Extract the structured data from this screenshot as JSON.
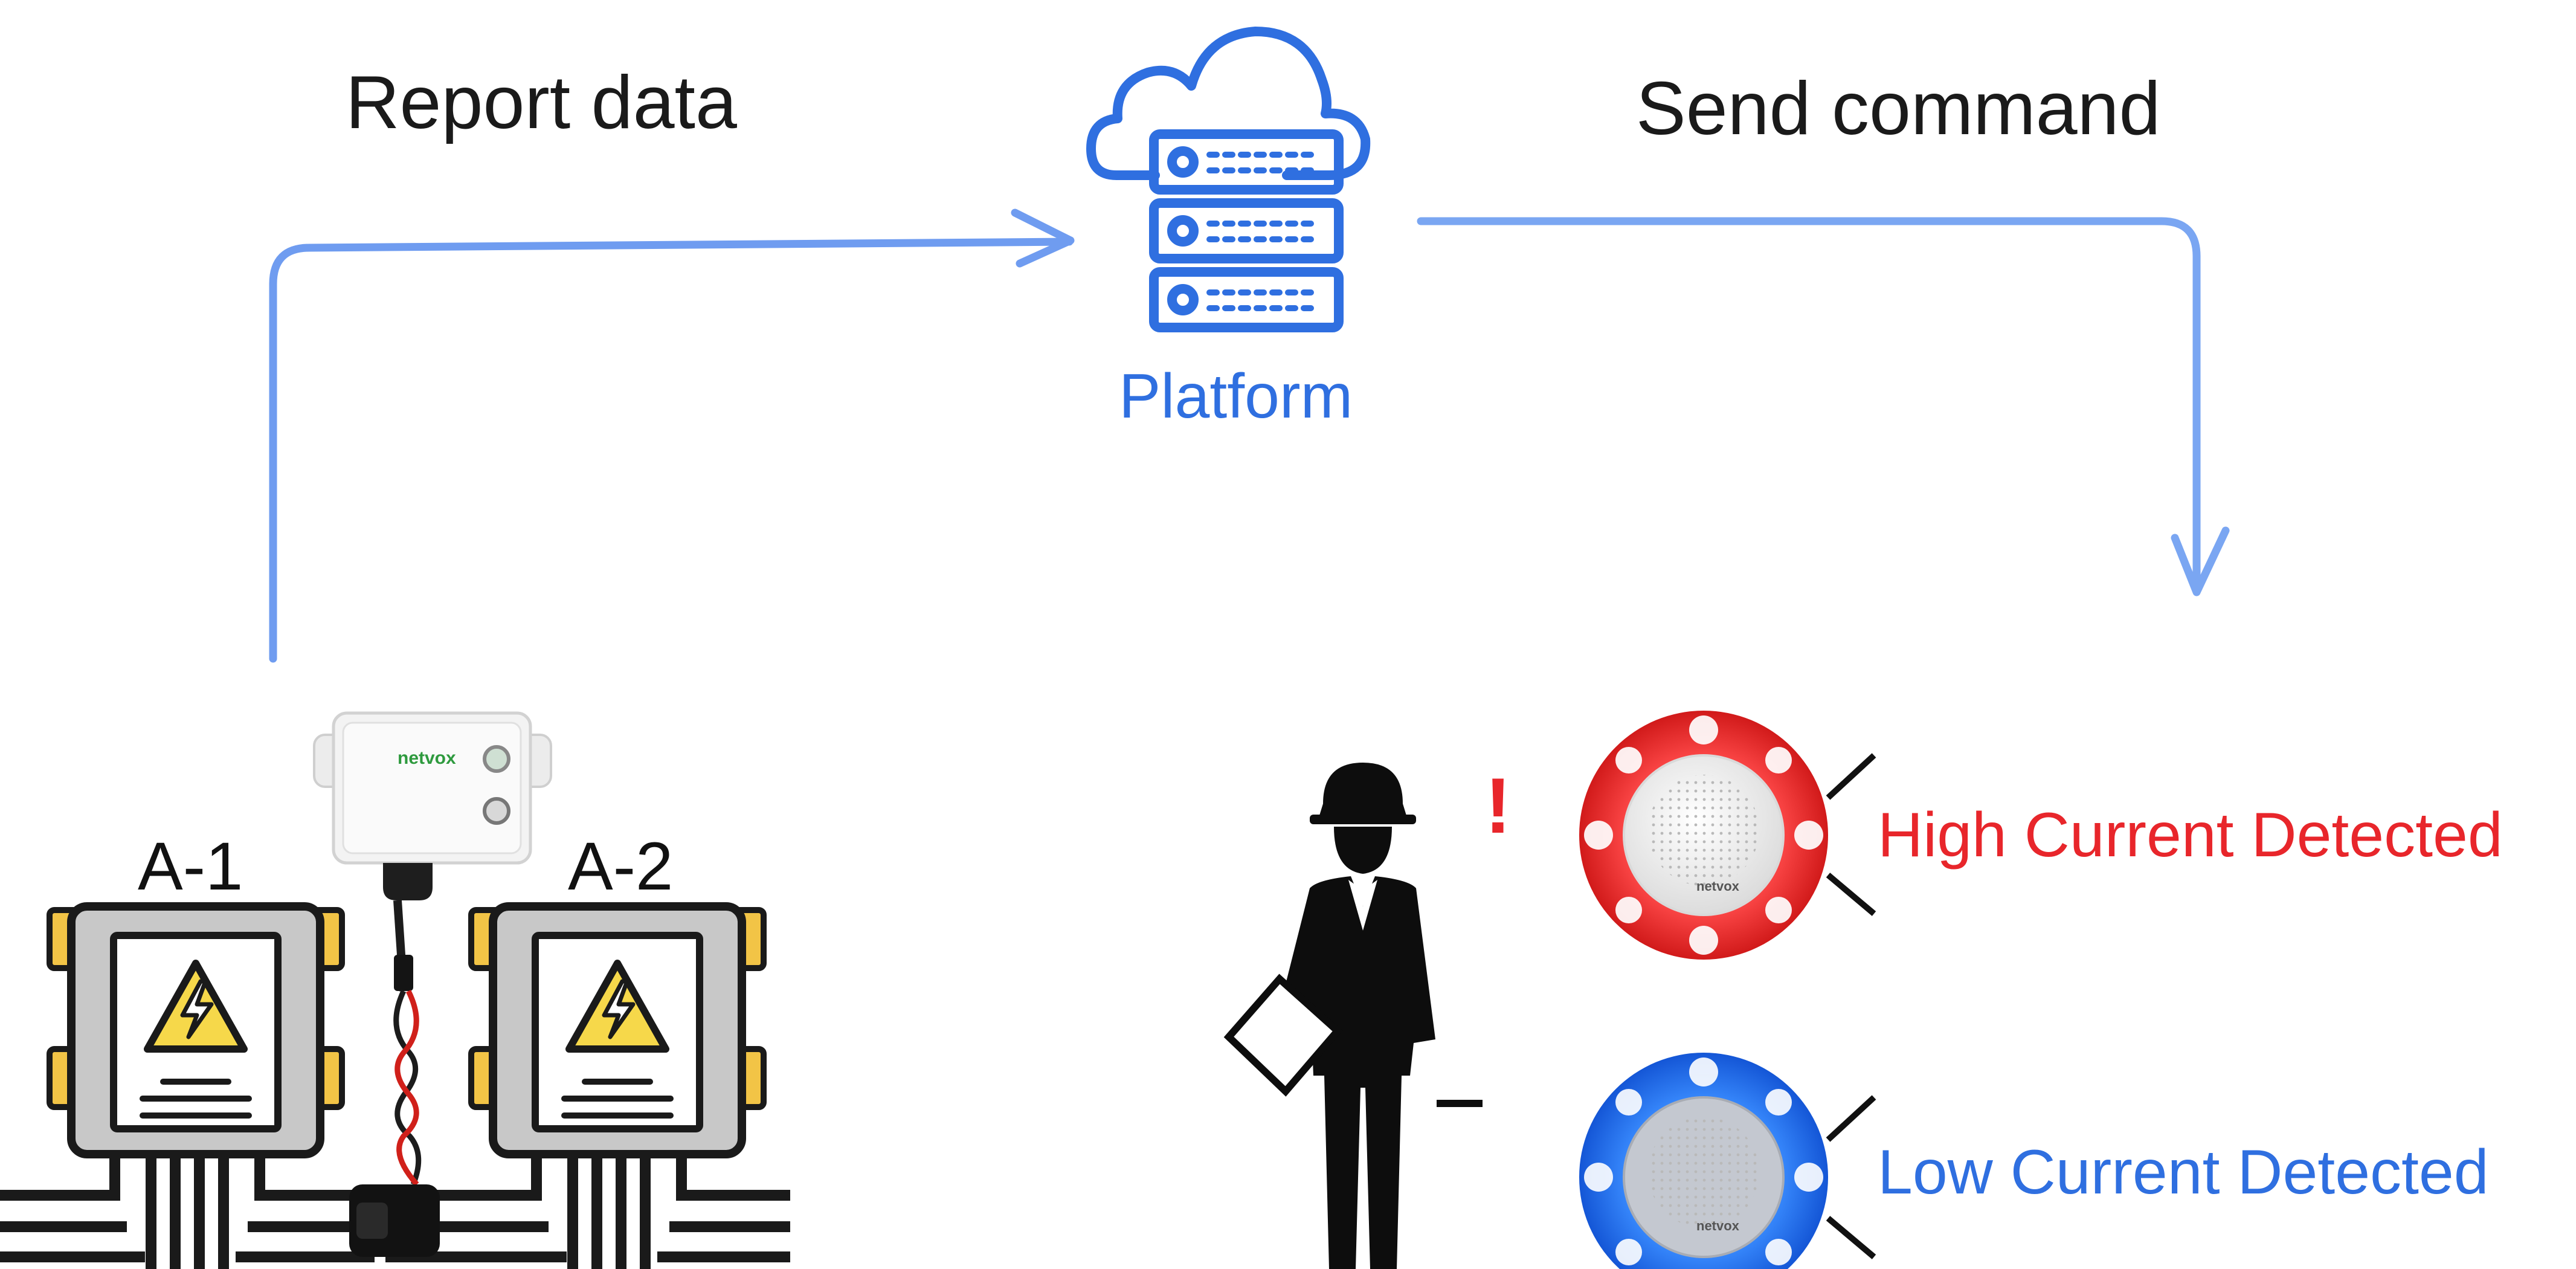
{
  "labels": {
    "report": "Report data",
    "send": "Send command",
    "platform": "Platform",
    "box_a1": "A-1",
    "box_a2": "A-2",
    "high": "High Current Detected",
    "low": "Low Current Detected",
    "device_brand": "netvox",
    "siren_brand": "netvox",
    "exclamation": "!"
  },
  "colors": {
    "flow_line": "#6f9cf0",
    "platform_blue": "#2f6fe0",
    "high_red": "#e8262b",
    "low_blue": "#2f6fe0",
    "warning_yellow": "#f6d84a",
    "brand_green": "#2e9a3e"
  },
  "icons": {
    "platform": "cloud-server-icon",
    "electrical_box": "electrical-box-warning-icon",
    "current_sensor": "current-sensor-device-icon",
    "worker": "engineer-worker-icon",
    "high_alarm": "red-siren-alarm-icon",
    "low_alarm": "blue-siren-alarm-icon"
  }
}
